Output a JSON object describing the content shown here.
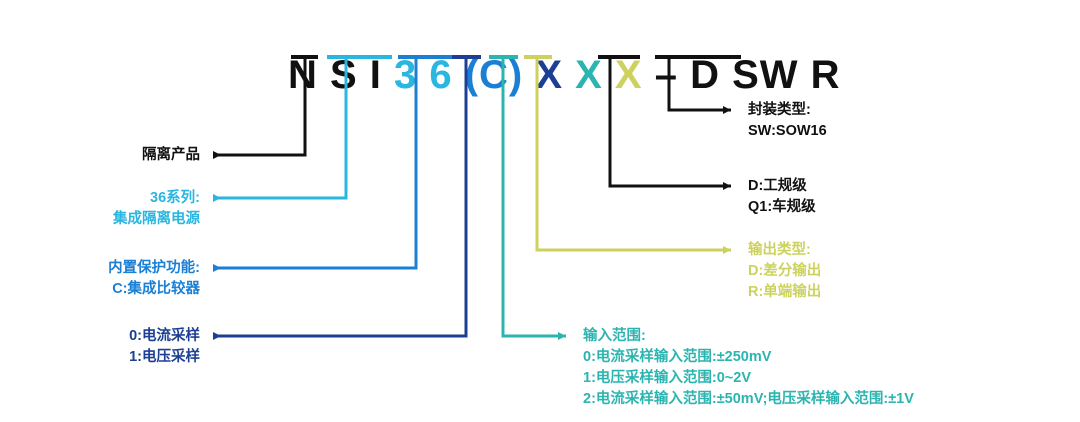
{
  "part_number": {
    "segments": [
      {
        "text": "N S I ",
        "color": "#111111",
        "name": "seg-nsi"
      },
      {
        "text": "3 6 ",
        "color": "#29b6e0",
        "name": "seg-36"
      },
      {
        "text": "(C) ",
        "color": "#1b7fd4",
        "name": "seg-c"
      },
      {
        "text": "X ",
        "color": "#1c3f94",
        "name": "seg-x1"
      },
      {
        "text": "X ",
        "color": "#2cb5b0",
        "name": "seg-x2"
      },
      {
        "text": "X ",
        "color": "#cdd25e",
        "name": "seg-x3"
      },
      {
        "text": "– ",
        "color": "#111111",
        "name": "seg-dash"
      },
      {
        "text": "D ",
        "color": "#111111",
        "name": "seg-d"
      },
      {
        "text": "SW ",
        "color": "#111111",
        "name": "seg-sw"
      },
      {
        "text": "R",
        "color": "#111111",
        "name": "seg-r"
      }
    ]
  },
  "colors": {
    "black": "#111111",
    "cyan": "#29b6e0",
    "blue": "#1b7fd4",
    "navy": "#1c3f94",
    "teal": "#2cb5b0",
    "yellow": "#cdd25e"
  },
  "callouts": {
    "isolated_product": {
      "lines": [
        "隔离产品"
      ],
      "color": "#111111"
    },
    "series_36": {
      "lines": [
        "36系列:",
        "集成隔离电源"
      ],
      "color": "#29b6e0"
    },
    "protection": {
      "lines": [
        "内置保护功能:",
        "C:集成比较器"
      ],
      "color": "#1b7fd4"
    },
    "sampling": {
      "lines": [
        "0:电流采样",
        "1:电压采样"
      ],
      "color": "#1c3f94"
    },
    "package_type": {
      "lines": [
        "封装类型:",
        "SW:SOW16"
      ],
      "color": "#111111"
    },
    "grade": {
      "lines": [
        "D:工规级",
        "Q1:车规级"
      ],
      "color": "#111111"
    },
    "output_type": {
      "lines": [
        "输出类型:",
        "D:差分输出",
        "R:单端输出"
      ],
      "color": "#cdd25e"
    },
    "input_range": {
      "lines": [
        "输入范围:",
        "0:电流采样输入范围:±250mV",
        "1:电压采样输入范围:0~2V",
        "2:电流采样输入范围:±50mV;电压采样输入范围:±1V"
      ],
      "color": "#2cb5b0"
    }
  }
}
